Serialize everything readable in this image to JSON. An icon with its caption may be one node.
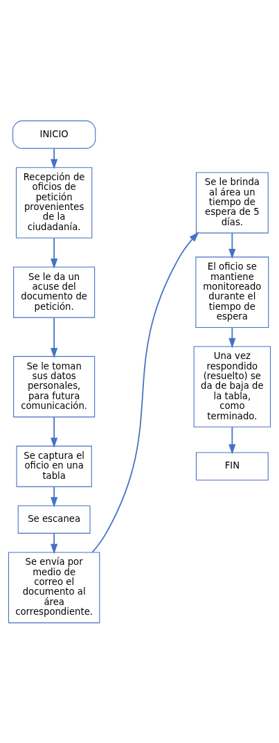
{
  "diagram": {
    "nodes": [
      {
        "text": [
          "INICIO"
        ]
      },
      {
        "text": [
          "Recepción de oficios de petición provenientes de la ciudadanía."
        ]
      },
      {
        "text": [
          "Se le da un acuse del documento de petición."
        ]
      },
      {
        "text": [
          "Se le toman sus datos personales, para futura comunicación."
        ]
      },
      {
        "text": [
          "Se captura el oficio en una tabla"
        ]
      },
      {
        "text": [
          "Se escanea"
        ]
      },
      {
        "text": [
          "Se envía por medio de correo el documento al área correspondiente."
        ]
      },
      {
        "text": [
          "Se le brinda al área un tiempo de espera de 5 días."
        ]
      },
      {
        "text": [
          "El oficio se mantiene monitoreado durante el tiempo de espera"
        ]
      },
      {
        "text": [
          "Una vez respondido (resuelto) se da de baja de la tabla, como terminado."
        ]
      },
      {
        "text": [
          "FIN"
        ]
      }
    ],
    "edges": [
      {
        "from": 0,
        "to": 1,
        "arrow": "to"
      },
      {
        "from": 1,
        "to": 2,
        "arrow": "to"
      },
      {
        "from": 2,
        "to": 3,
        "arrow": "to"
      },
      {
        "from": 3,
        "to": 4,
        "arrow": "to"
      },
      {
        "from": 4,
        "to": 5,
        "arrow": "to"
      },
      {
        "from": 5,
        "to": 6,
        "arrow": "to"
      },
      {
        "from": 6,
        "to": 7,
        "arrow": "to"
      },
      {
        "from": 7,
        "to": 8,
        "arrow": "to"
      },
      {
        "from": 8,
        "to": 9,
        "arrow": "to"
      },
      {
        "from": 9,
        "to": 10,
        "arrow": "to"
      }
    ]
  }
}
